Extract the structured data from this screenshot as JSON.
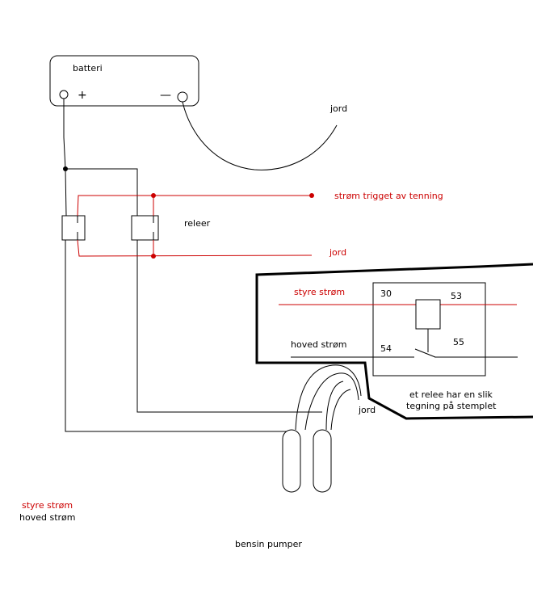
{
  "labels": {
    "battery": "batteri",
    "plus": "+",
    "minus": "—",
    "ground_top": "jord",
    "ignition_trigger": "strøm trigget av tenning",
    "relays": "releer",
    "ground_mid": "jord",
    "control_current": "styre strøm",
    "main_current": "hoved strøm",
    "ground_pumps": "jord",
    "relay_note_line1": "et relee har en slik",
    "relay_note_line2": "tegning på stemplet",
    "legend_control": "styre strøm",
    "legend_main": "hoved strøm",
    "fuel_pumps": "bensin pumper"
  },
  "terminals": {
    "t30": "30",
    "t53": "53",
    "t54": "54",
    "t55": "55"
  },
  "colors": {
    "control": "#cc0000",
    "main": "#000000"
  }
}
